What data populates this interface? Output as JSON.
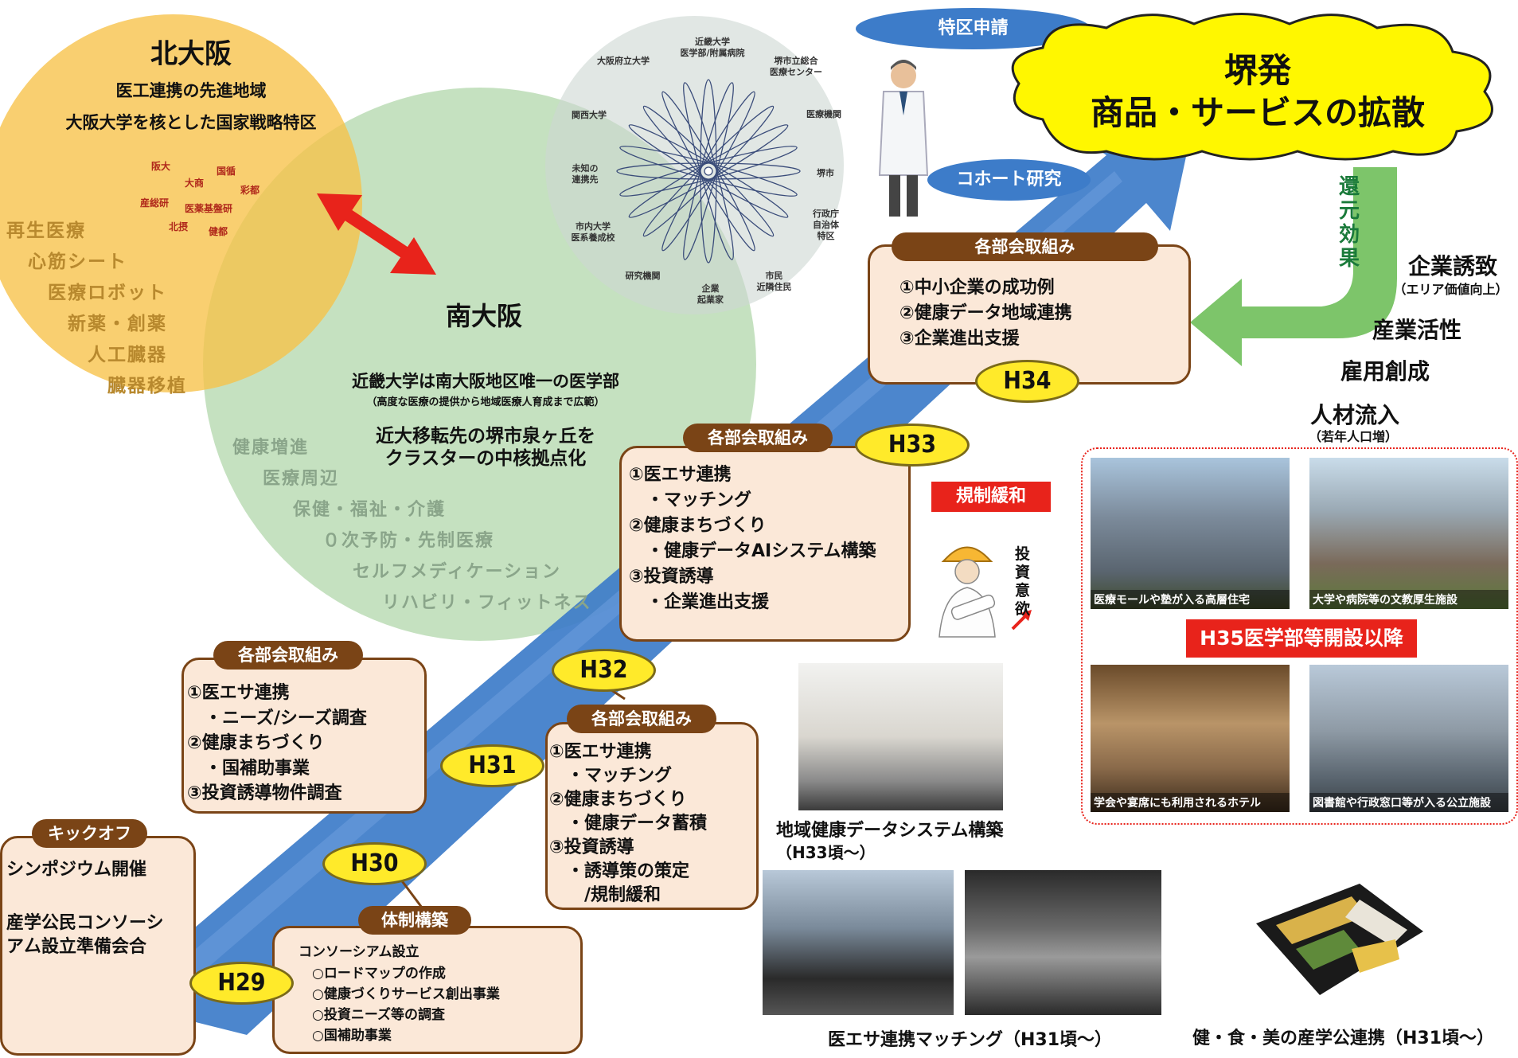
{
  "north": {
    "title": "北大阪",
    "line1": "医工連携の先進地域",
    "line2": "大阪大学を核とした国家戦略特区",
    "orgs": [
      "阪大",
      "国循",
      "大商",
      "彩都",
      "産総研",
      "医薬基盤研",
      "北摂",
      "健都"
    ],
    "fields": [
      "再生医療",
      "心筋シート",
      "医療ロボット",
      "新薬・創薬",
      "人工臓器",
      "臓器移植"
    ]
  },
  "south": {
    "title": "南大阪",
    "line1": "近畿大学は南大阪地区唯一の医学部",
    "line2": "（高度な医療の提供から地域医療人育成まで広範）",
    "line3": "近大移転先の堺市泉ヶ丘を",
    "line4": "クラスターの中核拠点化",
    "fields": [
      "健康増進",
      "医療周辺",
      "保健・福祉・介護",
      "０次予防・先制医療",
      "セルフメディケーション",
      "リハビリ・フィットネス"
    ]
  },
  "network": {
    "nodes": [
      "大阪府立大学",
      "近畿大学\n医学部/附属病院",
      "堺市立総合\n医療センター",
      "医療機関",
      "堺市",
      "行政庁\n自治体\n特区",
      "市民\n近隣住民",
      "企業\n起業家",
      "研究機関",
      "市内大学\n医系養成校",
      "未知の\n連携先",
      "関西大学"
    ]
  },
  "bubbles": {
    "top": "特区申請",
    "bottom": "コホート研究"
  },
  "cloud": {
    "line1": "堺発",
    "line2": "商品・サービスの拡散"
  },
  "return_effect": "還元効果",
  "effects": [
    {
      "main": "企業誘致",
      "sub": "（エリア価値向上）"
    },
    {
      "main": "産業活性",
      "sub": ""
    },
    {
      "main": "雇用創成",
      "sub": ""
    },
    {
      "main": "人材流入",
      "sub": "（若年人口増）"
    }
  ],
  "years": [
    "H29",
    "H30",
    "H31",
    "H32",
    "H33",
    "H34"
  ],
  "kickoff": {
    "head": "キックオフ",
    "lines": [
      "シンポジウム開催",
      "",
      "産学公民コンソーシ",
      "ア厶設立準備会合"
    ]
  },
  "taisei": {
    "head": "体制構築",
    "lines": [
      "コンソーシアム設立",
      "　○ロードマップの作成",
      "　○健康づくりサービス創出事業",
      "　○投資ニーズ等の調査",
      "　○国補助事業"
    ]
  },
  "h31box": {
    "head": "各部会取組み",
    "lines": [
      "①医エサ連携",
      "　・ニーズ/シーズ調査",
      "②健康まちづくり",
      "　・国補助事業",
      "③投資誘導物件調査"
    ]
  },
  "h32box": {
    "head": "各部会取組み",
    "lines": [
      "①医エサ連携",
      "　・マッチング",
      "②健康まちづくり",
      "　・健康データ蓄積",
      "③投資誘導",
      "　・誘導策の策定",
      "　　/規制緩和"
    ]
  },
  "h33box": {
    "head": "各部会取組み",
    "lines": [
      "①医エサ連携",
      "　・マッチング",
      "②健康まちづくり",
      "　・健康データAIシステム構築",
      "③投資誘導",
      "　・企業進出支援"
    ]
  },
  "h34box": {
    "head": "各部会取組み",
    "lines": [
      "①中小企業の成功例",
      "②健康データ地域連携",
      "③企業進出支援"
    ]
  },
  "deregulation": "規制緩和",
  "invest": "投資意欲",
  "h35": "H35医学部等開設以降",
  "photos": {
    "p1": "医療モールや塾が入る高層住宅",
    "p2": "大学や病院等の文教厚生施設",
    "p3": "学会や宴席にも利用されるホテル",
    "p4": "図書館や行政窓口等が入る公立施設"
  },
  "captions": {
    "health_data": "地域健康データシステム構築",
    "health_data_sub": "（H33頃～）",
    "matching": "医エサ連携マッチング（H31頃～）",
    "food": "健・食・美の産学公連携（H31頃～）"
  },
  "colors": {
    "accent_brown": "#7a4416",
    "year_yellow": "#ffea2a",
    "arrow_blue": "#3d7cc9",
    "red": "#e8231b",
    "green_arrow": "#7dc56a"
  }
}
